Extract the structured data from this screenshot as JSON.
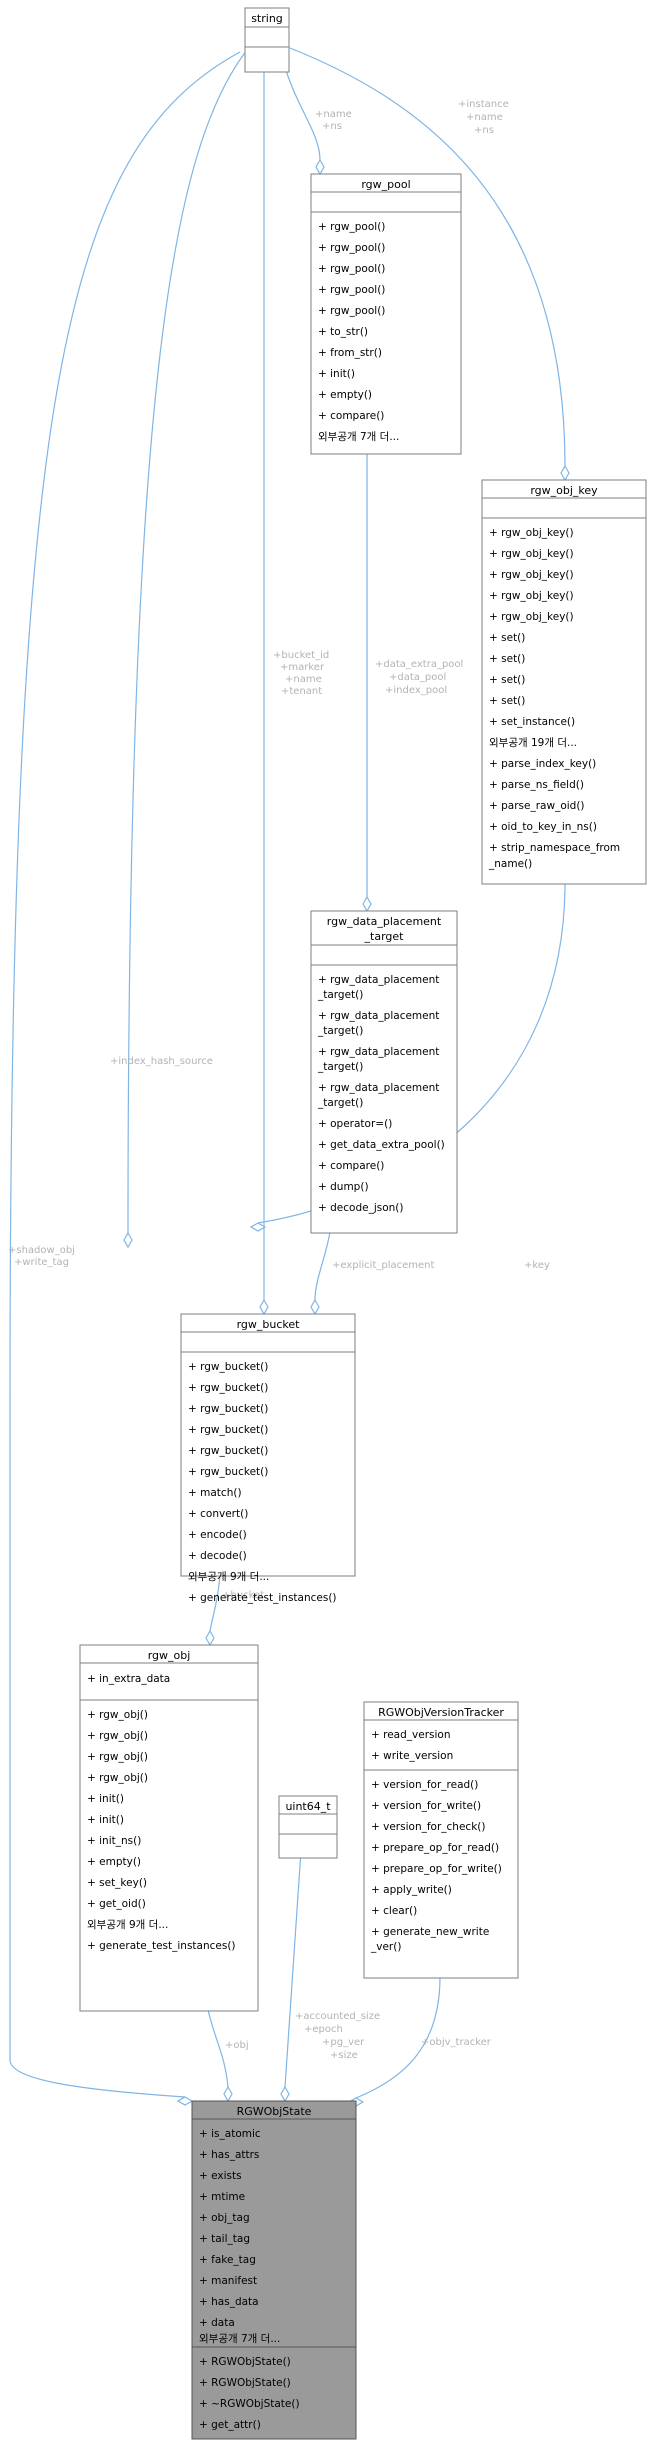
{
  "classes": {
    "string": {
      "title": "string"
    },
    "rgw_pool": {
      "title": "rgw_pool",
      "methods": [
        "+ rgw_pool()",
        "+ rgw_pool()",
        "+ rgw_pool()",
        "+ rgw_pool()",
        "+ rgw_pool()",
        "+ to_str()",
        "+ from_str()",
        "+ init()",
        "+ empty()",
        "+ compare()",
        "외부공개 7개 더..."
      ]
    },
    "rgw_obj_key": {
      "title": "rgw_obj_key",
      "methods": [
        "+ rgw_obj_key()",
        "+ rgw_obj_key()",
        "+ rgw_obj_key()",
        "+ rgw_obj_key()",
        "+ rgw_obj_key()",
        "+ set()",
        "+ set()",
        "+ set()",
        "+ set()",
        "+ set_instance()",
        "외부공개 19개 더...",
        "+ parse_index_key()",
        "+ parse_ns_field()",
        "+ parse_raw_oid()",
        "+ oid_to_key_in_ns()",
        "+ strip_namespace_from",
        "  _name()"
      ]
    },
    "rgw_data_placement_target": {
      "title": [
        "rgw_data_placement",
        "_target"
      ],
      "methods": [
        "+ rgw_data_placement",
        "  _target()",
        "+ rgw_data_placement",
        "  _target()",
        "+ rgw_data_placement",
        "  _target()",
        "+ rgw_data_placement",
        "  _target()",
        "+ operator=()",
        "+ get_data_extra_pool()",
        "+ compare()",
        "+ dump()",
        "+ decode_json()"
      ]
    },
    "rgw_bucket": {
      "title": "rgw_bucket",
      "methods": [
        "+ rgw_bucket()",
        "+ rgw_bucket()",
        "+ rgw_bucket()",
        "+ rgw_bucket()",
        "+ rgw_bucket()",
        "+ rgw_bucket()",
        "+ match()",
        "+ convert()",
        "+ encode()",
        "+ decode()",
        "외부공개 9개 더...",
        "+ generate_test_instances()"
      ]
    },
    "rgw_obj": {
      "title": "rgw_obj",
      "attributes": [
        "+ in_extra_data"
      ],
      "methods": [
        "+ rgw_obj()",
        "+ rgw_obj()",
        "+ rgw_obj()",
        "+ rgw_obj()",
        "+ init()",
        "+ init()",
        "+ init_ns()",
        "+ empty()",
        "+ set_key()",
        "+ get_oid()",
        "외부공개 9개 더...",
        "+ generate_test_instances()"
      ]
    },
    "uint64_t": {
      "title": "uint64_t"
    },
    "RGWObjVersionTracker": {
      "title": "RGWObjVersionTracker",
      "attributes": [
        "+ read_version",
        "+ write_version"
      ],
      "methods": [
        "+ version_for_read()",
        "+ version_for_write()",
        "+ version_for_check()",
        "+ prepare_op_for_read()",
        "+ prepare_op_for_write()",
        "+ apply_write()",
        "+ clear()",
        "+ generate_new_write",
        "  _ver()"
      ]
    },
    "RGWObjState": {
      "title": "RGWObjState",
      "attributes": [
        "+ is_atomic",
        "+ has_attrs",
        "+ exists",
        "+ mtime",
        "+ obj_tag",
        "+ tail_tag",
        "+ fake_tag",
        "+ manifest",
        "+ has_data",
        "+ data",
        "외부공개 7개 더..."
      ],
      "methods": [
        "+ RGWObjState()",
        "+ RGWObjState()",
        "+ ~RGWObjState()",
        "+ get_attr()"
      ]
    }
  },
  "edge_labels": {
    "pool_name_ns": [
      "+name",
      "+ns"
    ],
    "key_instance_name_ns": [
      "+instance",
      "+name",
      "+ns"
    ],
    "bucket_fields": [
      "+bucket_id",
      "+marker",
      "+name",
      "+tenant"
    ],
    "placement_pools": [
      "+data_extra_pool",
      "+data_pool",
      "+index_pool"
    ],
    "index_hash_source": [
      "+index_hash_source"
    ],
    "shadow_write": [
      "+shadow_obj",
      "+write_tag"
    ],
    "explicit_placement": [
      "+explicit_placement"
    ],
    "key": [
      "+key"
    ],
    "bucket": [
      "+bucket"
    ],
    "obj": [
      "+obj"
    ],
    "uint_fields": [
      "+accounted_size",
      "+epoch",
      "+pg_ver",
      "+size"
    ],
    "objv_tracker": [
      "+objv_tracker"
    ]
  }
}
